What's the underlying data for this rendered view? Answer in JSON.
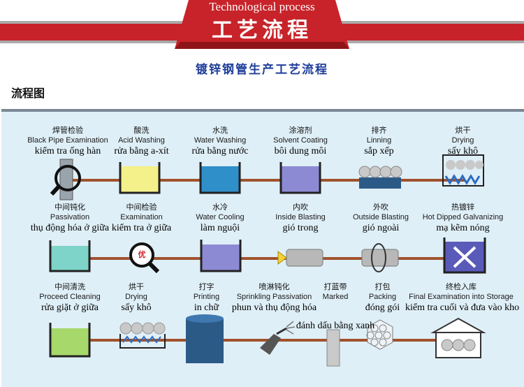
{
  "banner": {
    "title_en": "Technological process",
    "title_cn": "工艺流程"
  },
  "subtitle": "镀锌钢管生产工艺流程",
  "flow_label": "流程图",
  "rows": [
    {
      "steps": [
        {
          "cn": "焊管检验",
          "en": "Black Pipe Examination",
          "vi": "kiểm tra ống hàn"
        },
        {
          "cn": "酸洗",
          "en": "Acid Washing",
          "vi": "rửa bằng a-xít"
        },
        {
          "cn": "水洗",
          "en": "Water Washing",
          "vi": "rửa bằng nước"
        },
        {
          "cn": "涂溶剂",
          "en": "Solvent Coating",
          "vi": "bôi dung môi"
        },
        {
          "cn": "排齐",
          "en": "Linning",
          "vi": "sắp xếp"
        },
        {
          "cn": "烘干",
          "en": "Drying",
          "vi": "sấy khô"
        }
      ]
    },
    {
      "steps": [
        {
          "cn": "中间钝化",
          "en": "Passivation",
          "vi": "thụ động hóa ở giữa"
        },
        {
          "cn": "中间检验",
          "en": "Examination",
          "vi": "kiểm tra ở giữa"
        },
        {
          "cn": "水冷",
          "en": "Water Cooling",
          "vi": "làm nguội"
        },
        {
          "cn": "内吹",
          "en": "Inside Blasting",
          "vi": "gió trong"
        },
        {
          "cn": "外吹",
          "en": "Outside Blasting",
          "vi": "gió ngoài"
        },
        {
          "cn": "热镀锌",
          "en": "Hot Dipped Galvanizing",
          "vi": "mạ kẽm nóng"
        }
      ]
    },
    {
      "steps": [
        {
          "cn": "中间清洗",
          "en": "Proceed Cleaning",
          "vi": "rửa giặt ở giữa"
        },
        {
          "cn": "烘干",
          "en": "Drying",
          "vi": "sấy khô"
        },
        {
          "cn": "打字",
          "en": "Printing",
          "vi": "in chữ"
        },
        {
          "cn": "喷淋钝化",
          "en": "Sprinkling Passivation",
          "vi": "phun và thụ động hóa"
        },
        {
          "cn": "打蓝带",
          "en": "Marked",
          "vi": "đánh dấu bằng xanh"
        },
        {
          "cn": "打包",
          "en": "Packing",
          "vi": "đóng gói"
        },
        {
          "cn": "终检入库",
          "en": "Final Examination into Storage",
          "vi": "kiểm tra cuối và đưa vào kho"
        }
      ]
    }
  ],
  "quality_mark": "优",
  "colors": {
    "banner_red": "#c8232a",
    "banner_gray": "#aaaaaa",
    "subtitle_blue": "#1f3e9a",
    "panel_bg": "#dfeff7",
    "connector": "#a0522d",
    "tank_yellow": "#f4f08a",
    "tank_blue": "#2f8fc9",
    "tank_purple": "#8d8ad4",
    "tank_teal": "#7ed4c8",
    "tank_green": "#a7d86b",
    "tank_indigo": "#5a5ab8",
    "metal_gray": "#b8b8b8"
  },
  "icons": [
    "magnifier-pipe-icon",
    "acid-tank-icon",
    "water-tank-icon",
    "solvent-tank-icon",
    "pipe-rack-icon",
    "drying-oven-icon",
    "passivation-tank-icon",
    "quality-magnifier-icon",
    "cooling-tank-icon",
    "inside-blast-pipe-icon",
    "outside-blast-pipe-icon",
    "galvanizing-tank-icon",
    "cleaning-tank-icon",
    "dryer-tray-icon",
    "printing-roller-icon",
    "spray-gun-icon",
    "marked-pipe-icon",
    "pipe-bundle-icon",
    "warehouse-icon"
  ]
}
